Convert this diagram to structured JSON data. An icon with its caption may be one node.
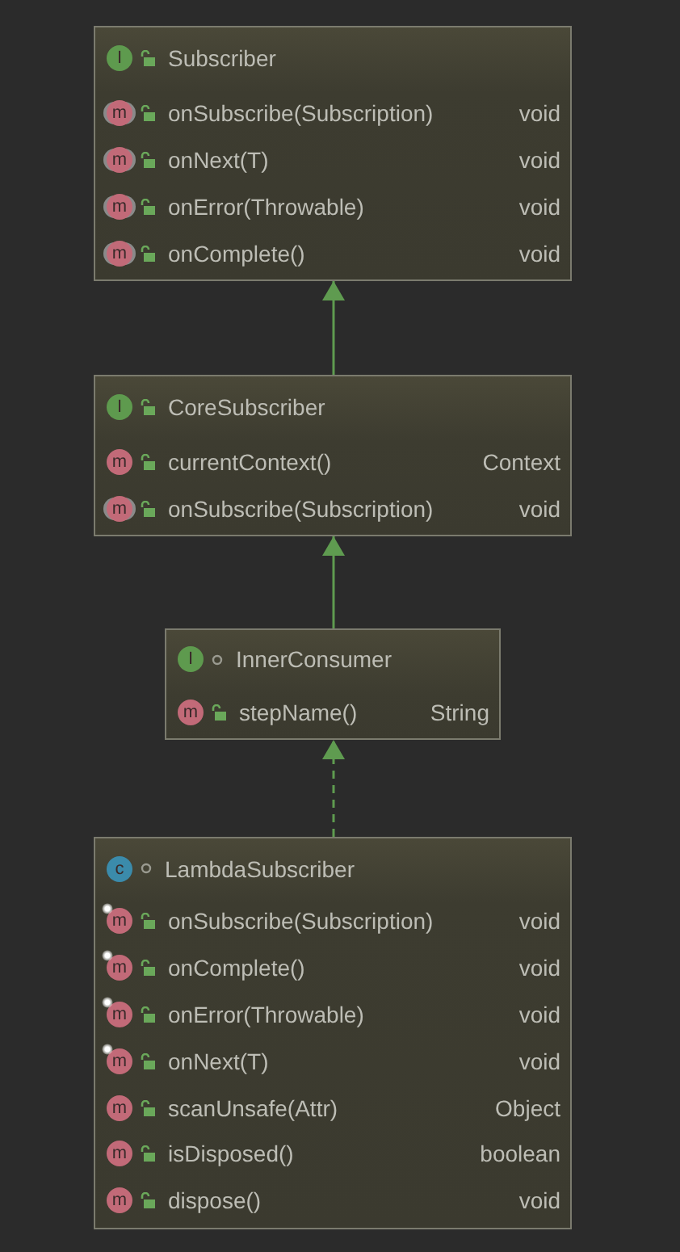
{
  "diagram": {
    "nodes": [
      {
        "text": [
          "Subscriber",
          "onSubscribe(Subscription)",
          "void",
          "onNext(T)",
          "void",
          "onError(Throwable)",
          "void",
          "onComplete()",
          "void"
        ]
      },
      {
        "text": [
          "CoreSubscriber",
          "currentContext()",
          "Context",
          "onSubscribe(Subscription)",
          "void"
        ]
      },
      {
        "text": [
          "InnerConsumer",
          "stepName()",
          "String"
        ]
      },
      {
        "text": [
          "LambdaSubscriber",
          "onSubscribe(Subscription)",
          "void",
          "onComplete()",
          "void",
          "onError(Throwable)",
          "void",
          "onNext(T)",
          "void",
          "scanUnsafe(Attr)",
          "Object",
          "isDisposed()",
          "boolean",
          "dispose()",
          "void"
        ]
      }
    ],
    "edges": [
      {
        "from": 1,
        "to": 0,
        "arrow": "to"
      },
      {
        "from": 2,
        "to": 1,
        "arrow": "to"
      },
      {
        "from": 3,
        "to": 2,
        "arrow": "to",
        "style": "dashed"
      }
    ],
    "labels": [
      "I",
      "m",
      "m",
      "m",
      "m",
      "I",
      "m",
      "m",
      "I",
      "m",
      "c",
      "m",
      "m",
      "m",
      "m",
      "m",
      "m",
      "m"
    ]
  }
}
